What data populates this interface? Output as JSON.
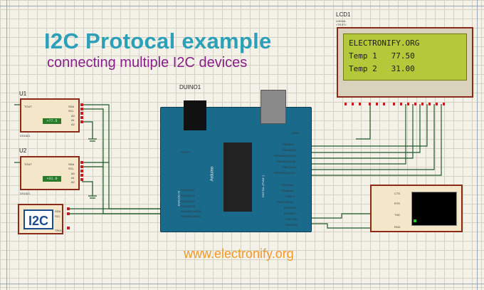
{
  "title": "I2C Protocal example",
  "subtitle": "connecting multiple I2C devices",
  "website": "www.electronify.org",
  "lcd": {
    "ref": "LCD1",
    "part": "LM044L",
    "sublabel": "<TEXT>",
    "lines": [
      "ELECTRONIFY.ORG",
      "Temp 1   77.50",
      "Temp 2   31.00"
    ]
  },
  "arduino": {
    "ref": "DUINO1",
    "reset_label": "RESET",
    "aref_label": "AREF",
    "left_pins": [
      "PC0/ADC0",
      "PC1/ADC1",
      "PC2/ADC2",
      "PC3/ADC3",
      "PC4/ADC4/SDA",
      "PC5/ADC5/SCL"
    ],
    "right_pins_top": [
      "PB5/SCK",
      "PB4/MISO",
      "PB3/MOSI/OC2A",
      "PB2/SS/OC1B",
      "PB1/OC1A",
      "PB0/ICP1/CLKO"
    ],
    "right_pins_bottom": [
      "PD7/AIN1",
      "PD6/AIN0",
      "PD5/T1",
      "PD4/T0/XCK",
      "PD3/INT1",
      "PD2/INT0",
      "PD1/TXD",
      "PD0/RXD"
    ],
    "board_text": "ARDUINO UNO R3",
    "brand": "Arduino",
    "digital_label": "DIGITAL (PWM~)",
    "analog_label": "ANALOG IN"
  },
  "sensors": [
    {
      "ref": "U1",
      "part": "DS1621",
      "pins": [
        "TOUT",
        "SDA",
        "SCL",
        "A0",
        "A1",
        "A2"
      ],
      "reading": "+77.5"
    },
    {
      "ref": "U2",
      "part": "DS1621",
      "pins": [
        "TOUT",
        "SDA",
        "SCL",
        "A0",
        "A1",
        "A2"
      ],
      "reading": "+31.0"
    }
  ],
  "i2c_debugger": {
    "label": "I2C",
    "pins": [
      "SDA",
      "SCL",
      "TRIG"
    ]
  },
  "terminal": {
    "pins": [
      "RXD",
      "TXD",
      "RTS",
      "CTS"
    ]
  },
  "colors": {
    "title": "#2ba0b8",
    "subtitle": "#8a1e8a",
    "website": "#f09a28",
    "wire": "#1f5a2a",
    "board": "#1a6a8c",
    "lcd_screen": "#b3c93a",
    "component_border": "#8b2a1a"
  }
}
